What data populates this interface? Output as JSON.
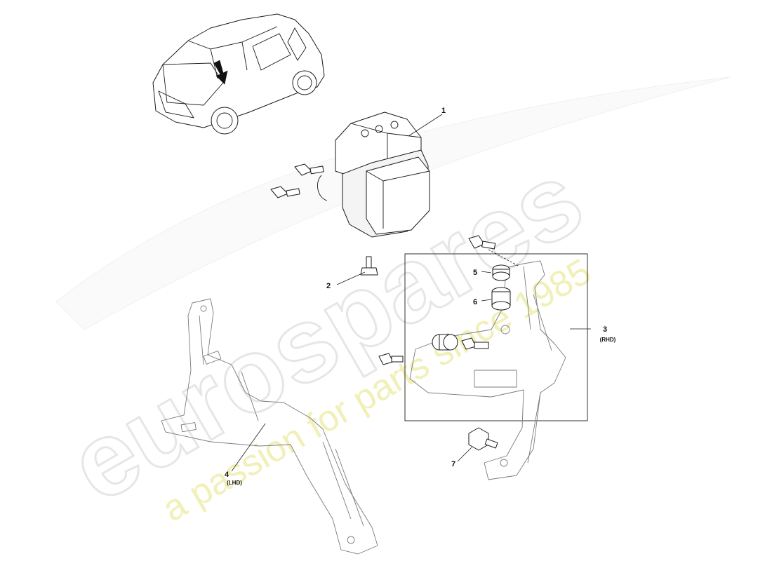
{
  "watermark": {
    "brand": "eurospares",
    "tagline": "a passion for parts since 1985"
  },
  "callouts": [
    {
      "id": "1",
      "number": "1",
      "sub": ""
    },
    {
      "id": "2",
      "number": "2",
      "sub": ""
    },
    {
      "id": "3",
      "number": "3",
      "sub": "(RHD)"
    },
    {
      "id": "4",
      "number": "4",
      "sub": "(LHD)"
    },
    {
      "id": "5",
      "number": "5",
      "sub": ""
    },
    {
      "id": "6",
      "number": "6",
      "sub": ""
    },
    {
      "id": "7",
      "number": "7",
      "sub": ""
    }
  ],
  "colors": {
    "watermark_outline": "#e6e6e6",
    "watermark_tagline": "#f1f0b8",
    "line_art": "#1a1a1a"
  }
}
